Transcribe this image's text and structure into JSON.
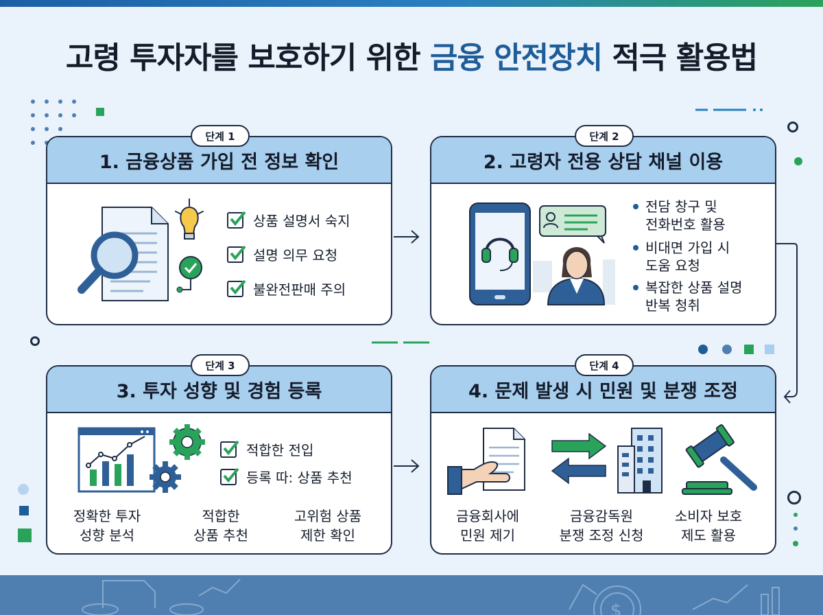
{
  "title": {
    "part1": "고령 투자자를 보호하기 위한 ",
    "highlight": "금융 안전장치",
    "part2": " 적극 활용법"
  },
  "colors": {
    "navy": "#1d2c45",
    "header": "#a9cfee",
    "accent_blue": "#1f5d99",
    "accent_green": "#2aa35a",
    "bulb": "#f6c94a"
  },
  "steps": [
    {
      "badge": "단계 1",
      "heading": "1. 금융상품 가입 전 정보 확인",
      "icons": [
        "document-icon",
        "magnifier-icon",
        "lightbulb-icon",
        "green-check-icon"
      ],
      "items": [
        "상품 설명서 숙지",
        "설명 의무 요청",
        "불완전판매 주의"
      ]
    },
    {
      "badge": "단계 2",
      "heading": "2. 고령자 전용 상담 채널 이용",
      "icons": [
        "smartphone-icon",
        "headset-icon",
        "chat-bubble-icon",
        "counselor-icon"
      ],
      "items": [
        {
          "line1": "전담 창구 및",
          "line2": "전화번호 활용"
        },
        {
          "line1": "비대면 가입 시",
          "line2": "도움 요청"
        },
        {
          "line1": "복잡한 상품 설명",
          "line2": "반복 청취"
        }
      ]
    },
    {
      "badge": "단계 3",
      "heading": "3. 투자 성향 및 경험 등록",
      "icons": [
        "chart-window-icon",
        "gear-icon"
      ],
      "items": [
        "적합한 전입",
        "등록 따: 상품 추천"
      ],
      "captions": [
        {
          "line1": "정확한 투자",
          "line2": "성향 분석"
        },
        {
          "line1": "적합한",
          "line2": "상품 추천"
        },
        {
          "line1": "고위험 상품",
          "line2": "제한 확인"
        }
      ]
    },
    {
      "badge": "단계 4",
      "heading": "4. 문제 발생 시 민원 및 분쟁 조정",
      "icons": [
        "hand-document-icon",
        "exchange-arrows-icon",
        "building-icon",
        "gavel-icon"
      ],
      "captions": [
        {
          "line1": "금융회사에",
          "line2": "민원 제기"
        },
        {
          "line1": "금융감독원",
          "line2": "분쟁 조정 신청"
        },
        {
          "line1": "소비자 보호",
          "line2": "제도 활용"
        }
      ]
    }
  ]
}
